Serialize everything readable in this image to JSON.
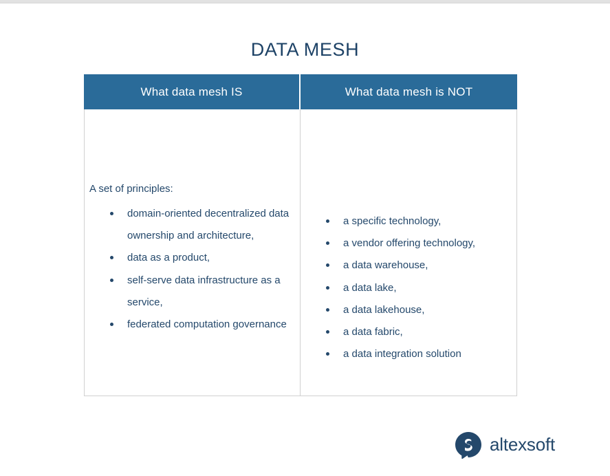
{
  "page": {
    "title": "DATA MESH",
    "title_color": "#1d4266",
    "background": "#ffffff",
    "text_color": "#24486b"
  },
  "table": {
    "header_bg": "#2a6b99",
    "header_text_color": "#ffffff",
    "border_color": "#d0d0d0",
    "columns": [
      {
        "header": "What data mesh IS",
        "intro": "A set of principles:",
        "items": [
          "domain-oriented decentralized data ownership and architecture,",
          "data as a product,",
          "self-serve data infrastructure as a service,",
          "federated computation governance"
        ]
      },
      {
        "header": "What data mesh is NOT",
        "intro": "",
        "items": [
          "a specific technology,",
          "a vendor offering technology,",
          "a data warehouse,",
          "a data lake,",
          "a data lakehouse,",
          "a data fabric,",
          "a data integration solution"
        ]
      }
    ]
  },
  "logo": {
    "icon": "altexsoft-speech-bubble-icon",
    "wordmark": "altexsoft",
    "color": "#24486b"
  }
}
